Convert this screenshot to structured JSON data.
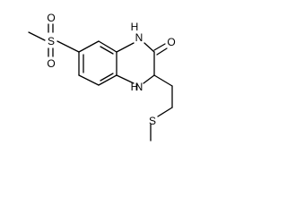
{
  "molecule": {
    "atoms": {
      "sulfonyl_sulfur": "S",
      "sulfonyl_oxygen_top": "O",
      "sulfonyl_oxygen_bottom": "O",
      "amide_nitrogen": "H",
      "amide_nitrogen_symbol": "N",
      "carbonyl_oxygen": "O",
      "amine_nitrogen": "H",
      "amine_nitrogen_symbol": "N",
      "thioether_sulfur": "S"
    }
  },
  "colors": {
    "bond": "#000000",
    "label": "#000000",
    "background": "#ffffff"
  }
}
